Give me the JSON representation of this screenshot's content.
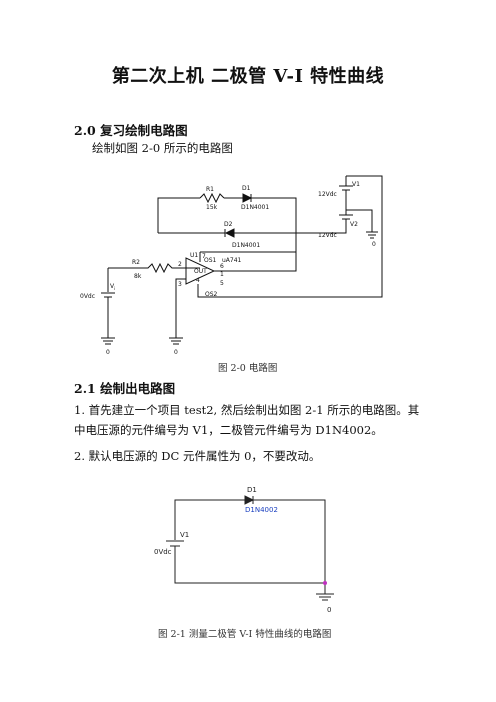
{
  "title": "第二次上机  二极管 V-I 特性曲线",
  "sections": [
    {
      "heading": "2.0  复习绘制电路图",
      "text": "绘制如图 2-0 所示的电路图"
    },
    {
      "heading": "2.1  绘制出电路图"
    }
  ],
  "fig0": {
    "caption": "图  2-0  电路图",
    "labels": {
      "r1": "R1",
      "r1_val": "15k",
      "d1": "D1",
      "d1_part": "D1N4001",
      "d2": "D2",
      "d2_part": "D1N4001",
      "v1": "V1",
      "v1_val": "12Vdc",
      "v2": "V2",
      "v2_val": "12Vdc",
      "gnd0": "0",
      "r2": "R2",
      "r2_val": "8k",
      "u1": "U1",
      "os1": "OS1",
      "ua741": "uA741",
      "ol": "OUT",
      "os2": "OS2",
      "vi_val": "0Vdc",
      "vi": "V",
      "vi_sub": "i",
      "gnd_left": "0",
      "gnd_mid": "0",
      "pin2": "2",
      "pin3": "3",
      "pin6": "6",
      "pin7": "7",
      "pin4": "4",
      "pin5": "5",
      "pin1": "1"
    }
  },
  "para1": "1.  首先建立一个项目 test2, 然后绘制出如图 2-1 所示的电路图。其中电压源的元件编号为 V1，二极管元件编号为 D1N4002。",
  "para2": "2.  默认电压源的 DC 元件属性为 0，不要改动。",
  "fig1": {
    "caption": "图 2-1  测量二极管 V-I 特性曲线的电路图",
    "labels": {
      "d1": "D1",
      "d1_part": "D1N4002",
      "v1": "V1",
      "v1_val": "0Vdc",
      "gnd": "0"
    },
    "colors": {
      "part_label": "#1a3fbf",
      "node": "#c030c0"
    }
  }
}
